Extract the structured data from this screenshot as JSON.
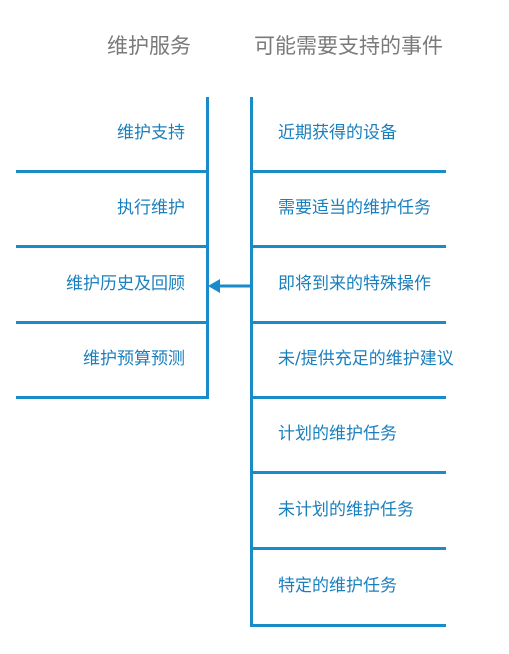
{
  "left_column": {
    "title": "维护服务",
    "items": [
      {
        "label": "维护支持"
      },
      {
        "label": "执行维护"
      },
      {
        "label": "维护历史及回顾"
      },
      {
        "label": "维护预算预测"
      }
    ]
  },
  "right_column": {
    "title": "可能需要支持的事件",
    "items": [
      {
        "label": "近期获得的设备"
      },
      {
        "label": "需要适当的维护任务"
      },
      {
        "label": "即将到来的特殊操作"
      },
      {
        "label": "未/提供充足的维护建议"
      },
      {
        "label": "计划的维护任务"
      },
      {
        "label": "未计划的维护任务"
      },
      {
        "label": "特定的维护任务"
      }
    ]
  },
  "colors": {
    "accent": "#1a8bc9",
    "item_text": "#1a7fbd",
    "title_text": "#7a7a7a"
  },
  "arrow": {
    "from": "即将到来的特殊操作",
    "to": "维护历史及回顾"
  }
}
